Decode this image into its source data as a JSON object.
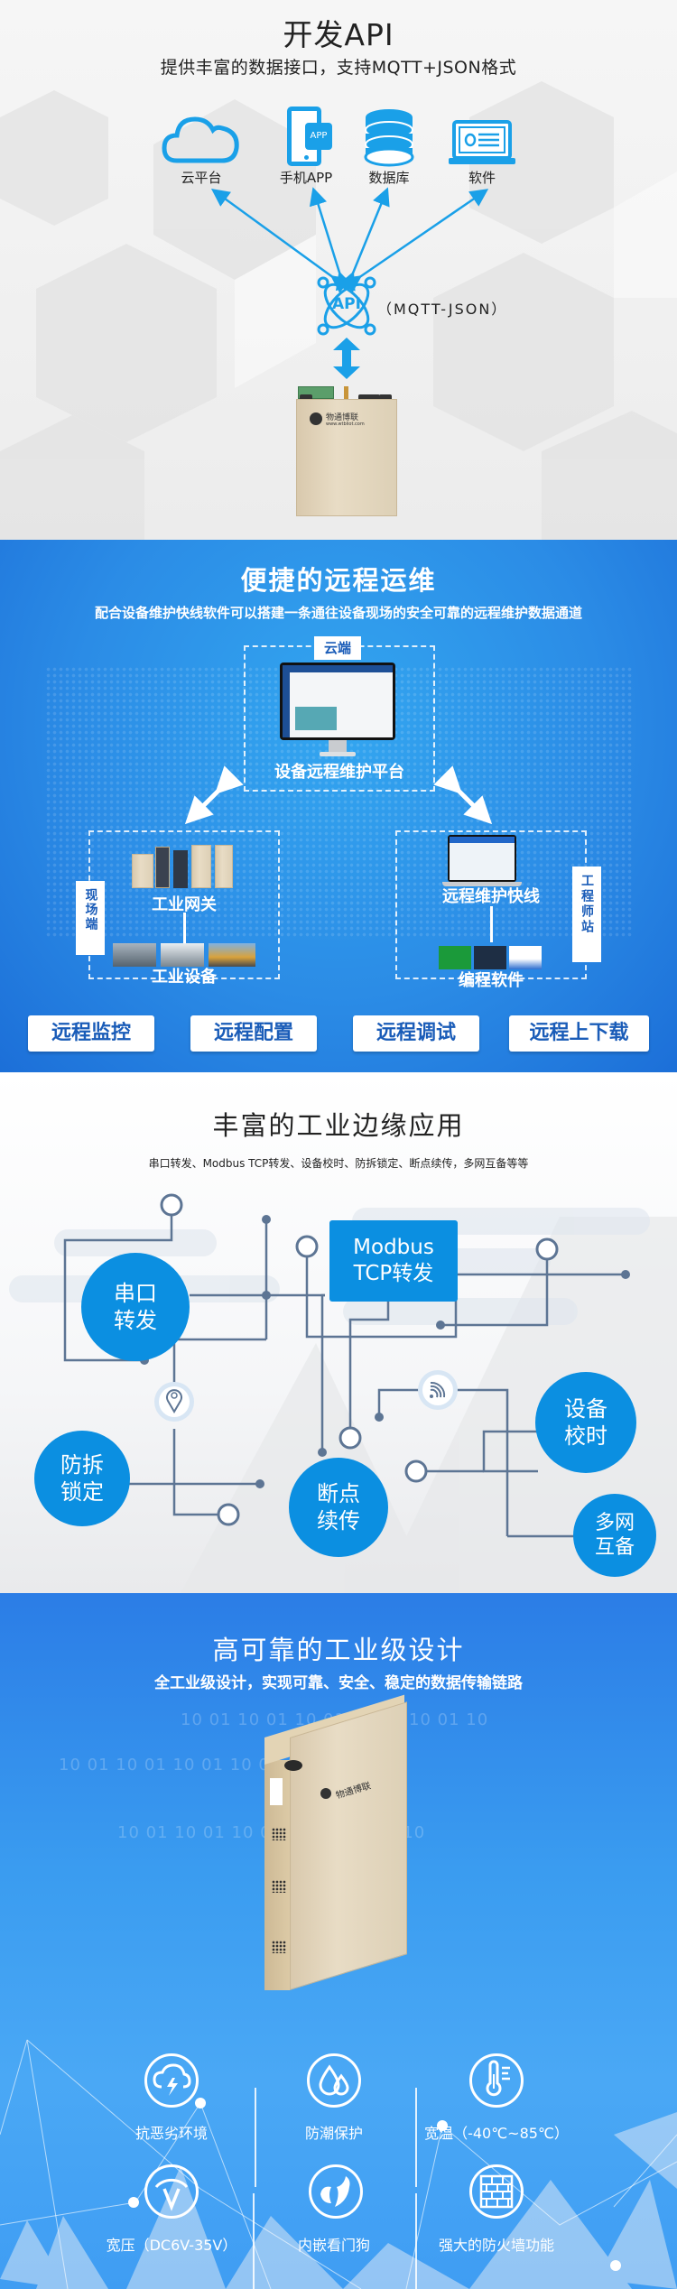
{
  "section_api": {
    "title": "开发API",
    "subtitle": "提供丰富的数据接口，支持MQTT+JSON格式",
    "targets": [
      {
        "label": "云平台",
        "icon": "cloud-icon"
      },
      {
        "label": "手机APP",
        "icon": "phone-app-icon",
        "badge": "APP"
      },
      {
        "label": "数据库",
        "icon": "database-icon"
      },
      {
        "label": "软件",
        "icon": "laptop-icon"
      }
    ],
    "api_badge": "API",
    "protocol_label": "（MQTT-JSON）",
    "device_brand": "物通博联",
    "device_url": "www.wtbliot.com"
  },
  "section_remote": {
    "title": "便捷的远程运维",
    "subtitle": "配合设备维护快线软件可以搭建一条通往设备现场的安全可靠的远程维护数据通道",
    "cloud_tag": "云端",
    "cloud_label": "设备远程维护平台",
    "field_tag": "现场端",
    "gateway_label": "工业网关",
    "equipment_label": "工业设备",
    "engineer_tag": "工程师站",
    "client_label": "远程维护快线",
    "software_label": "编程软件",
    "buttons": [
      "远程监控",
      "远程配置",
      "远程调试",
      "远程上下载"
    ]
  },
  "section_edge": {
    "title": "丰富的工业边缘应用",
    "subtitle": "串口转发、Modbus TCP转发、设备校时、防拆锁定、断点续传，多网互备等等",
    "features": {
      "serial": [
        "串口",
        "转发"
      ],
      "modbus": [
        "Modbus",
        "TCP转发"
      ],
      "timesync": [
        "设备",
        "校时"
      ],
      "antitamper": [
        "防拆",
        "锁定"
      ],
      "resume": [
        "断点",
        "续传"
      ],
      "multinet": [
        "多网",
        "互备"
      ]
    }
  },
  "section_industrial": {
    "title": "高可靠的工业级设计",
    "subtitle": "全工业级设计，实现可靠、安全、稳定的数据传输链路",
    "binary_text": "10 01 10 01 10 01 10 01 10 01 10",
    "features": [
      {
        "label": "抗恶劣环境",
        "icon": "storm-cloud-icon"
      },
      {
        "label": "防潮保护",
        "icon": "water-drops-icon"
      },
      {
        "label": "宽温（-40℃~85℃）",
        "icon": "thermometer-icon"
      },
      {
        "label": "宽压（DC6V-35V）",
        "icon": "voltage-icon"
      },
      {
        "label": "内嵌看门狗",
        "icon": "watchdog-icon"
      },
      {
        "label": "强大的防火墙功能",
        "icon": "firewall-icon"
      }
    ]
  },
  "colors": {
    "accent_blue": "#0b8fe1",
    "section_blue": "#2b8ce6",
    "button_text": "#1a5cb8",
    "circuit_line": "#5d7594"
  }
}
